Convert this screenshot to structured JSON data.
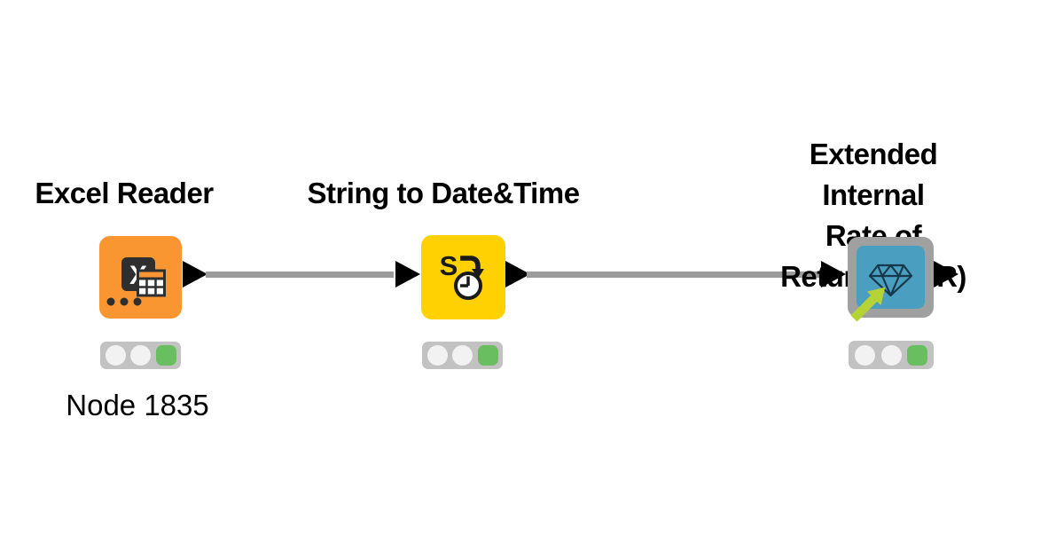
{
  "workflow": {
    "nodes": [
      {
        "title": "Excel Reader",
        "label": "Node 1835",
        "type": "reader",
        "icon": "excel-table-icon",
        "color": "#F99631",
        "status": "configured",
        "status_lights": [
          "off",
          "off",
          "green"
        ]
      },
      {
        "title": "String to Date&Time",
        "type": "manipulator",
        "icon": "string-to-datetime-icon",
        "color": "#FFD103",
        "status": "configured",
        "status_lights": [
          "off",
          "off",
          "green"
        ]
      },
      {
        "title": "Extended Internal\nRate of Return (XIRR)",
        "type": "component",
        "icon": "diamond-gem-icon",
        "color": "#A0A0A0",
        "inner_color": "#4A9EC0",
        "linked": true,
        "status": "configured",
        "status_lights": [
          "off",
          "off",
          "green"
        ]
      }
    ],
    "connections": [
      {
        "from": "Excel Reader",
        "to": "String to Date&Time"
      },
      {
        "from": "String to Date&Time",
        "to": "Extended Internal Rate of Return (XIRR)"
      }
    ],
    "colors": {
      "background": "#FFFFFF",
      "connection": "#9B9B9B",
      "port": "#000000",
      "traffic_light_background": "#C2C2C2",
      "light_off": "#F2F2F2",
      "light_green": "#69BE5F",
      "link_arrow": "#B5D334",
      "title_text": "#000000"
    }
  }
}
